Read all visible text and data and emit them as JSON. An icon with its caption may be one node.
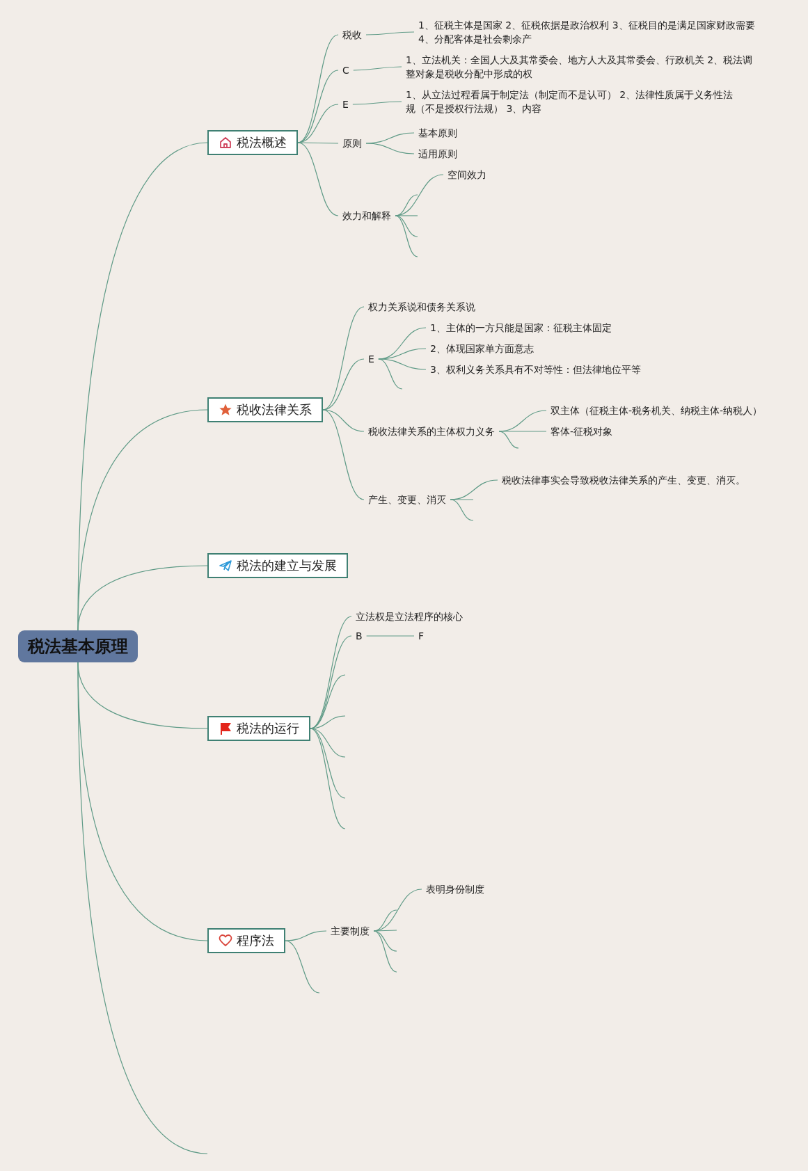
{
  "diagram": {
    "nodes": [
      {
        "text": [
          "税法基本原理"
        ]
      },
      {
        "text": [
          "税法概述"
        ]
      },
      {
        "text": [
          "税收"
        ]
      },
      {
        "text": [
          "1、征税主体是国家 2、征税依据是政治权利 3、征税目的是满足国家财政需要 4、分配客体是社会剩余产"
        ]
      },
      {
        "text": [
          "C"
        ]
      },
      {
        "text": [
          "1、立法机关：全国人大及其常委会、地方人大及其常委会、行政机关 2、税法调整对象是税收分配中形成的权"
        ]
      },
      {
        "text": [
          "E"
        ]
      },
      {
        "text": [
          "1、从立法过程看属于制定法（制定而不是认可） 2、法律性质属于义务性法规（不是授权行法规） 3、内容"
        ]
      },
      {
        "text": [
          "原则"
        ]
      },
      {
        "text": [
          "基本原则"
        ]
      },
      {
        "text": [
          "适用原则"
        ]
      },
      {
        "text": [
          "效力和解释"
        ]
      },
      {
        "text": [
          "空间效力"
        ]
      },
      {
        "text": [
          "税收法律关系"
        ]
      },
      {
        "text": [
          "权力关系说和债务关系说"
        ]
      },
      {
        "text": [
          "E"
        ]
      },
      {
        "text": [
          "1、主体的一方只能是国家：征税主体固定"
        ]
      },
      {
        "text": [
          "2、体现国家单方面意志"
        ]
      },
      {
        "text": [
          "3、权利义务关系具有不对等性：但法律地位平等"
        ]
      },
      {
        "text": [
          "税收法律关系的主体权力义务"
        ]
      },
      {
        "text": [
          "双主体（征税主体-税务机关、纳税主体-纳税人）"
        ]
      },
      {
        "text": [
          "客体-征税对象"
        ]
      },
      {
        "text": [
          "产生、变更、消灭"
        ]
      },
      {
        "text": [
          "税收法律事实会导致税收法律关系的产生、变更、消灭。"
        ]
      },
      {
        "text": [
          "税法的建立与发展"
        ]
      },
      {
        "text": [
          "税法的运行"
        ]
      },
      {
        "text": [
          "立法权是立法程序的核心"
        ]
      },
      {
        "text": [
          "B"
        ]
      },
      {
        "text": [
          "F"
        ]
      },
      {
        "text": [
          "程序法"
        ]
      },
      {
        "text": [
          "主要制度"
        ]
      },
      {
        "text": [
          "表明身份制度"
        ]
      }
    ],
    "edges": [
      {
        "from": 0,
        "to": 1,
        "arrow": "none"
      },
      {
        "from": 0,
        "to": 13,
        "arrow": "none"
      },
      {
        "from": 0,
        "to": 24,
        "arrow": "none"
      },
      {
        "from": 0,
        "to": 25,
        "arrow": "none"
      },
      {
        "from": 0,
        "to": 29,
        "arrow": "none"
      },
      {
        "from": 0,
        "to": null,
        "arrow": "none"
      },
      {
        "from": 1,
        "to": 2,
        "arrow": "none"
      },
      {
        "from": 2,
        "to": 3,
        "arrow": "none"
      },
      {
        "from": 1,
        "to": 4,
        "arrow": "none"
      },
      {
        "from": 4,
        "to": 5,
        "arrow": "none"
      },
      {
        "from": 1,
        "to": 6,
        "arrow": "none"
      },
      {
        "from": 6,
        "to": 7,
        "arrow": "none"
      },
      {
        "from": 1,
        "to": 8,
        "arrow": "none"
      },
      {
        "from": 8,
        "to": 9,
        "arrow": "none"
      },
      {
        "from": 8,
        "to": 10,
        "arrow": "none"
      },
      {
        "from": 1,
        "to": 11,
        "arrow": "none"
      },
      {
        "from": 11,
        "to": 12,
        "arrow": "none"
      },
      {
        "from": 11,
        "to": null,
        "arrow": "none"
      },
      {
        "from": 11,
        "to": null,
        "arrow": "none"
      },
      {
        "from": 11,
        "to": null,
        "arrow": "none"
      },
      {
        "from": 11,
        "to": null,
        "arrow": "none"
      },
      {
        "from": 13,
        "to": 14,
        "arrow": "none"
      },
      {
        "from": 13,
        "to": 15,
        "arrow": "none"
      },
      {
        "from": 15,
        "to": 16,
        "arrow": "none"
      },
      {
        "from": 15,
        "to": 17,
        "arrow": "none"
      },
      {
        "from": 15,
        "to": 18,
        "arrow": "none"
      },
      {
        "from": 15,
        "to": null,
        "arrow": "none"
      },
      {
        "from": 13,
        "to": 19,
        "arrow": "none"
      },
      {
        "from": 19,
        "to": 20,
        "arrow": "none"
      },
      {
        "from": 19,
        "to": 21,
        "arrow": "none"
      },
      {
        "from": 19,
        "to": null,
        "arrow": "none"
      },
      {
        "from": 13,
        "to": 22,
        "arrow": "none"
      },
      {
        "from": 22,
        "to": 23,
        "arrow": "none"
      },
      {
        "from": 22,
        "to": null,
        "arrow": "none"
      },
      {
        "from": 22,
        "to": null,
        "arrow": "none"
      },
      {
        "from": 25,
        "to": 26,
        "arrow": "none"
      },
      {
        "from": 25,
        "to": 27,
        "arrow": "none"
      },
      {
        "from": 27,
        "to": 28,
        "arrow": "none"
      },
      {
        "from": 25,
        "to": null,
        "arrow": "none"
      },
      {
        "from": 25,
        "to": null,
        "arrow": "none"
      },
      {
        "from": 25,
        "to": null,
        "arrow": "none"
      },
      {
        "from": 25,
        "to": null,
        "arrow": "none"
      },
      {
        "from": 25,
        "to": null,
        "arrow": "none"
      },
      {
        "from": 29,
        "to": 30,
        "arrow": "none"
      },
      {
        "from": 30,
        "to": 31,
        "arrow": "none"
      },
      {
        "from": 30,
        "to": null,
        "arrow": "none"
      },
      {
        "from": 30,
        "to": null,
        "arrow": "none"
      },
      {
        "from": 30,
        "to": null,
        "arrow": "none"
      },
      {
        "from": 30,
        "to": null,
        "arrow": "none"
      },
      {
        "from": 29,
        "to": null,
        "arrow": "none"
      }
    ]
  }
}
